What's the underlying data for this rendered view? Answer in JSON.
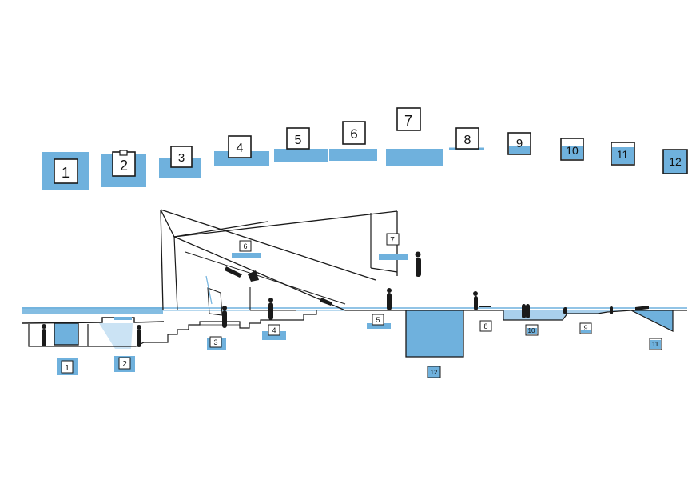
{
  "colors": {
    "water": "#6fb1dd",
    "water_light": "#a9d0ec",
    "ink": "#1a1a1a",
    "paper": "#ffffff"
  },
  "legend": {
    "items": [
      {
        "label": "1"
      },
      {
        "label": "2"
      },
      {
        "label": "3"
      },
      {
        "label": "4"
      },
      {
        "label": "5"
      },
      {
        "label": "6"
      },
      {
        "label": "7"
      },
      {
        "label": "8"
      },
      {
        "label": "9"
      },
      {
        "label": "10"
      },
      {
        "label": "11"
      },
      {
        "label": "12"
      }
    ]
  },
  "section": {
    "tags": [
      {
        "label": "1"
      },
      {
        "label": "2"
      },
      {
        "label": "3"
      },
      {
        "label": "4"
      },
      {
        "label": "5"
      },
      {
        "label": "6"
      },
      {
        "label": "7"
      },
      {
        "label": "8"
      },
      {
        "label": "9"
      },
      {
        "label": "10"
      },
      {
        "label": "11"
      },
      {
        "label": "12"
      }
    ]
  }
}
